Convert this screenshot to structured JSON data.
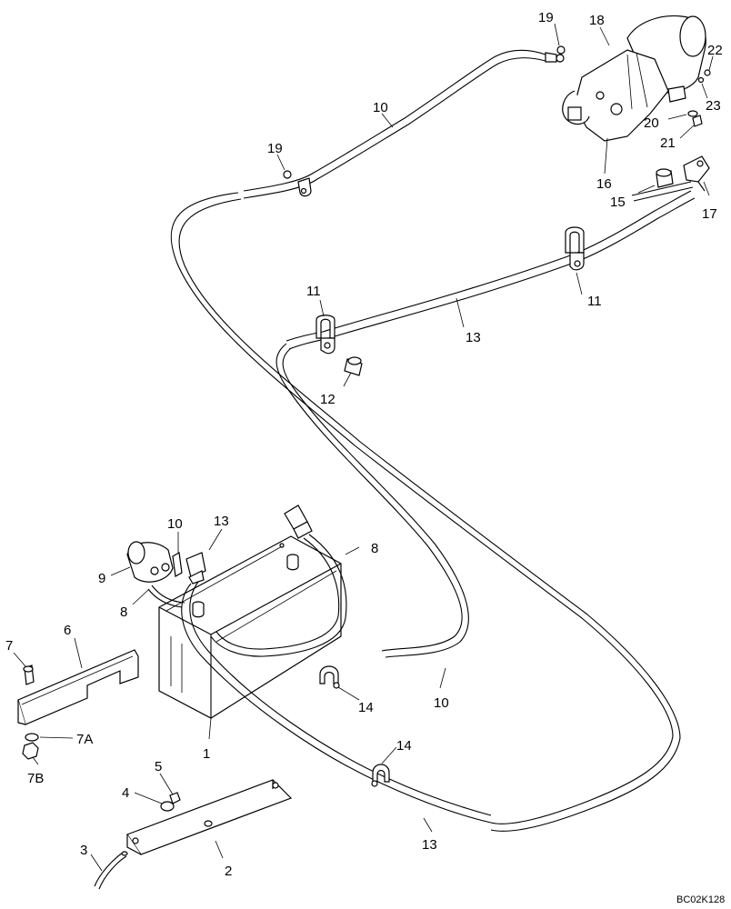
{
  "diagram": {
    "drawing_code": "BC02K128",
    "callouts": [
      "1",
      "2",
      "3",
      "4",
      "5",
      "6",
      "7",
      "7A",
      "7B",
      "8",
      "8",
      "9",
      "10",
      "10",
      "10",
      "11",
      "11",
      "12",
      "13",
      "13",
      "13",
      "14",
      "14",
      "15",
      "16",
      "17",
      "18",
      "19",
      "19",
      "20",
      "21",
      "22",
      "23"
    ]
  }
}
